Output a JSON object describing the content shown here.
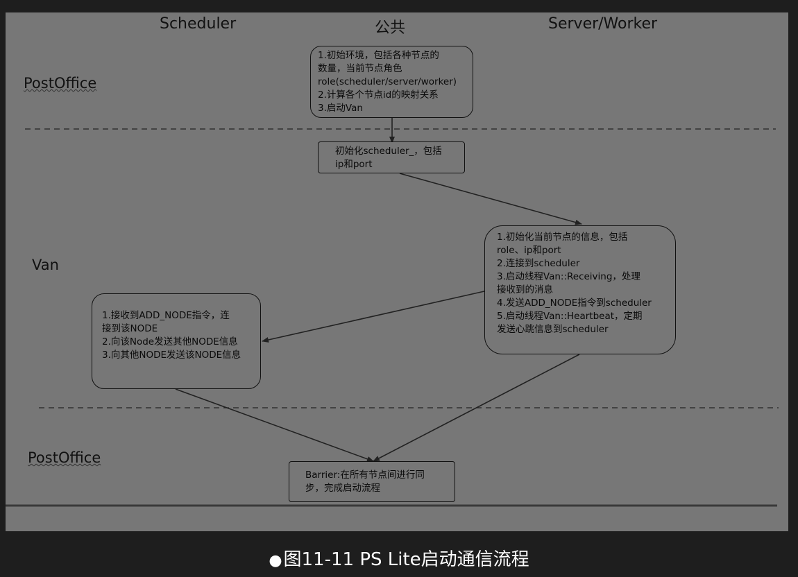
{
  "columns": [
    "Scheduler",
    "公共",
    "Server/Worker"
  ],
  "rows": {
    "postoffice_top": "PostOffice",
    "van": "Van",
    "postoffice_bottom": "PostOffice"
  },
  "boxes": {
    "init_env": {
      "lines": [
        "1.初始环境，包括各种节点的",
        "数量，当前节点角色",
        "role(scheduler/server/worker)",
        "2.计算各个节点id的映射关系",
        "3.启动Van"
      ]
    },
    "init_scheduler": {
      "lines": [
        "初始化scheduler_，包括",
        "ip和port"
      ]
    },
    "server_worker": {
      "lines": [
        "1.初始化当前节点的信息，包括",
        "role、ip和port",
        "2.连接到scheduler",
        "3.启动线程Van::Receiving，处理",
        "接收到的消息",
        "4.发送ADD_NODE指令到scheduler",
        "5.启动线程Van::Heartbeat，定期",
        "发送心跳信息到scheduler"
      ]
    },
    "scheduler": {
      "lines": [
        "1.接收到ADD_NODE指令，连",
        "接到该NODE",
        "2.向该Node发送其他NODE信息",
        "3.向其他NODE发送该NODE信息"
      ]
    },
    "barrier": {
      "lines": [
        "Barrier:在所有节点间进行同",
        "步，完成启动流程"
      ]
    }
  },
  "caption": {
    "bullet": "●",
    "text": "图11-11 PS Lite启动通信流程"
  },
  "colors": {
    "diagram_bg": "#777777",
    "page_bg": "#1e1e1e",
    "ink": "#111111",
    "caption": "#ffffff"
  }
}
